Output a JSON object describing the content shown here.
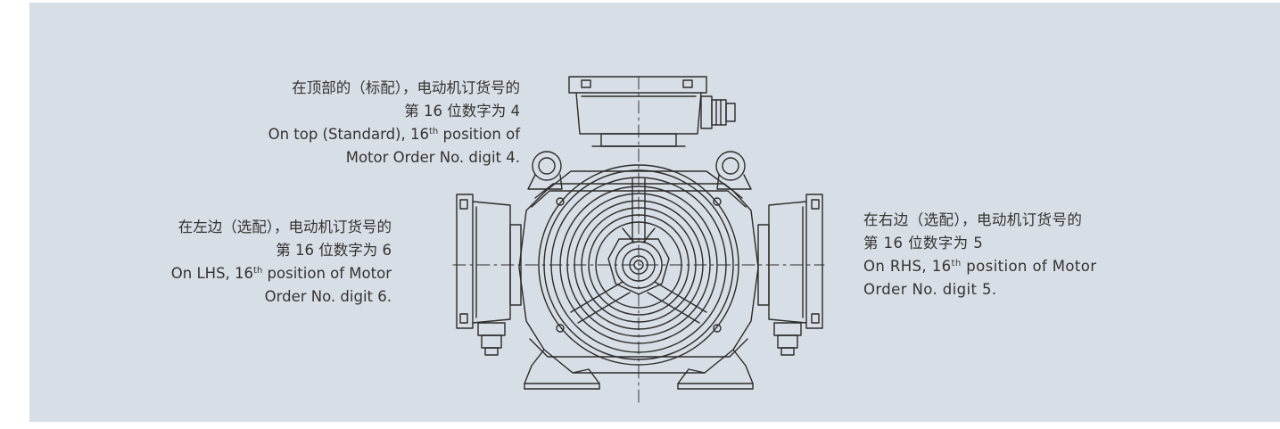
{
  "captions": {
    "top": {
      "zh_line1": "在顶部的（标配），电动机订货号的",
      "zh_line2": "第 16 位数字为 4",
      "en_line1_pre": "On top (Standard), 16",
      "en_line1_sup": "th",
      "en_line1_post": " position of",
      "en_line2": "Motor Order No. digit 4."
    },
    "left": {
      "zh_line1": "在左边（选配），电动机订货号的",
      "zh_line2": "第 16 位数字为 6",
      "en_line1_pre": "On LHS, 16",
      "en_line1_sup": "th",
      "en_line1_post": " position of Motor",
      "en_line2": "Order No. digit 6."
    },
    "right": {
      "zh_line1": "在右边（选配），电动机订货号的",
      "zh_line2": "第 16 位数字为 5",
      "en_line1_pre": "On RHS, 16",
      "en_line1_sup": "th",
      "en_line1_post": " position of Motor",
      "en_line2": "Order No. digit 5."
    }
  },
  "colors": {
    "background_panel": "#d7dee5",
    "line_art": "#2b2b2b",
    "text": "#333333"
  }
}
